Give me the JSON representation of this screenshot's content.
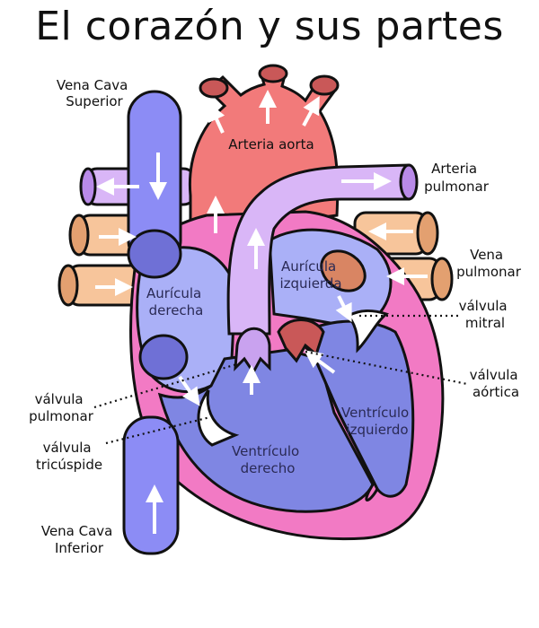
{
  "title": "El corazón y sus partes",
  "labels": {
    "vena_cava_superior": [
      "Vena Cava",
      "Superior"
    ],
    "arteria_aorta": "Arteria aorta",
    "arteria_pulmonar": [
      "Arteria",
      "pulmonar"
    ],
    "vena_pulmonar": [
      "Vena",
      "pulmonar"
    ],
    "auricula_derecha": [
      "Aurícula",
      "derecha"
    ],
    "auricula_izquierda": [
      "Aurícula",
      "izquierda"
    ],
    "valvula_mitral": [
      "válvula",
      "mitral"
    ],
    "valvula_aortica": [
      "válvula",
      "aórtica"
    ],
    "valvula_pulmonar": [
      "válvula",
      "pulmonar"
    ],
    "valvula_tricuspide": [
      "válvula",
      "tricúspide"
    ],
    "ventriculo_izquierdo": [
      "Ventrículo",
      "izquierdo"
    ],
    "ventriculo_derecho": [
      "Ventrículo",
      "derecho"
    ],
    "vena_cava_inferior": [
      "Vena Cava",
      "Inferior"
    ]
  },
  "colors": {
    "outer_wall": "#f27ac4",
    "right_heart": "#aab0f7",
    "left_heart": "#7f86e3",
    "vena_cava": "#8c8cf5",
    "aorta": "#f27a7a",
    "pulmonary_artery": "#d9b6f7",
    "pulmonary_vein": "#f7c59b",
    "valve": "#ffffff",
    "outline": "#111111"
  }
}
